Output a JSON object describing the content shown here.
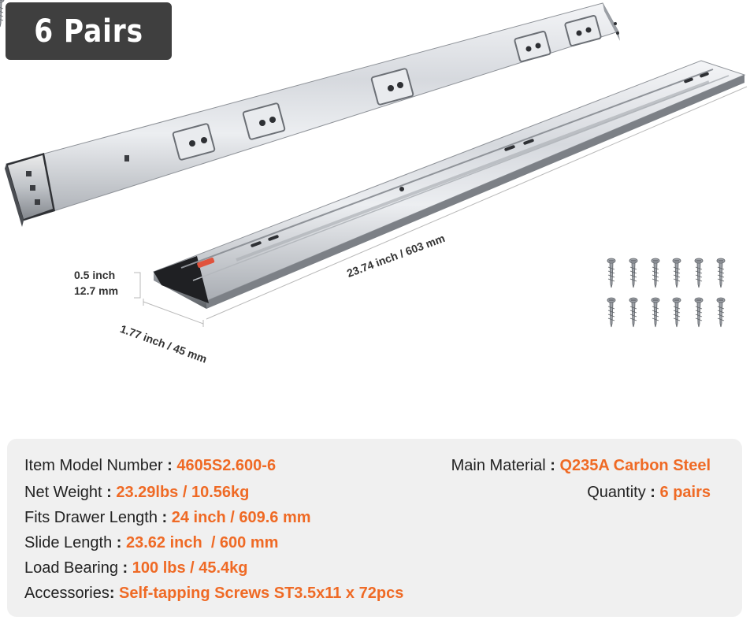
{
  "badge": {
    "label": "6 Pairs"
  },
  "dimensions": {
    "height_inch": "0.5 inch",
    "height_mm": "12.7 mm",
    "width": "1.77 inch / 45 mm",
    "length": "23.74 inch / 603 mm"
  },
  "colors": {
    "accent": "#ef6a25",
    "badge_bg": "#3f3f3f",
    "panel_bg": "#f0f0f0",
    "text": "#222222"
  },
  "specs": {
    "model": {
      "label": "Item Model Number",
      "sep": " : ",
      "value": "4605S2.600-6"
    },
    "material": {
      "label": "Main Material",
      "sep": " : ",
      "value": "Q235A Carbon Steel"
    },
    "weight": {
      "label": "Net Weight",
      "sep": " : ",
      "value": "23.29lbs / 10.56kg"
    },
    "quantity": {
      "label": "Quantity",
      "sep": " : ",
      "value": "6 pairs"
    },
    "drawer_length": {
      "label": "Fits Drawer Length",
      "sep": " : ",
      "value": "24 inch / 609.6 mm"
    },
    "slide_length": {
      "label": "Slide Length",
      "sep": " : ",
      "value": "23.62 inch  / 600 mm"
    },
    "load": {
      "label": "Load Bearing",
      "sep": " : ",
      "value": "100 lbs / 45.4kg"
    },
    "accessories": {
      "label": "Accessories",
      "sep": ": ",
      "value": "Self-tapping Screws ST3.5x11 x 72pcs"
    }
  }
}
